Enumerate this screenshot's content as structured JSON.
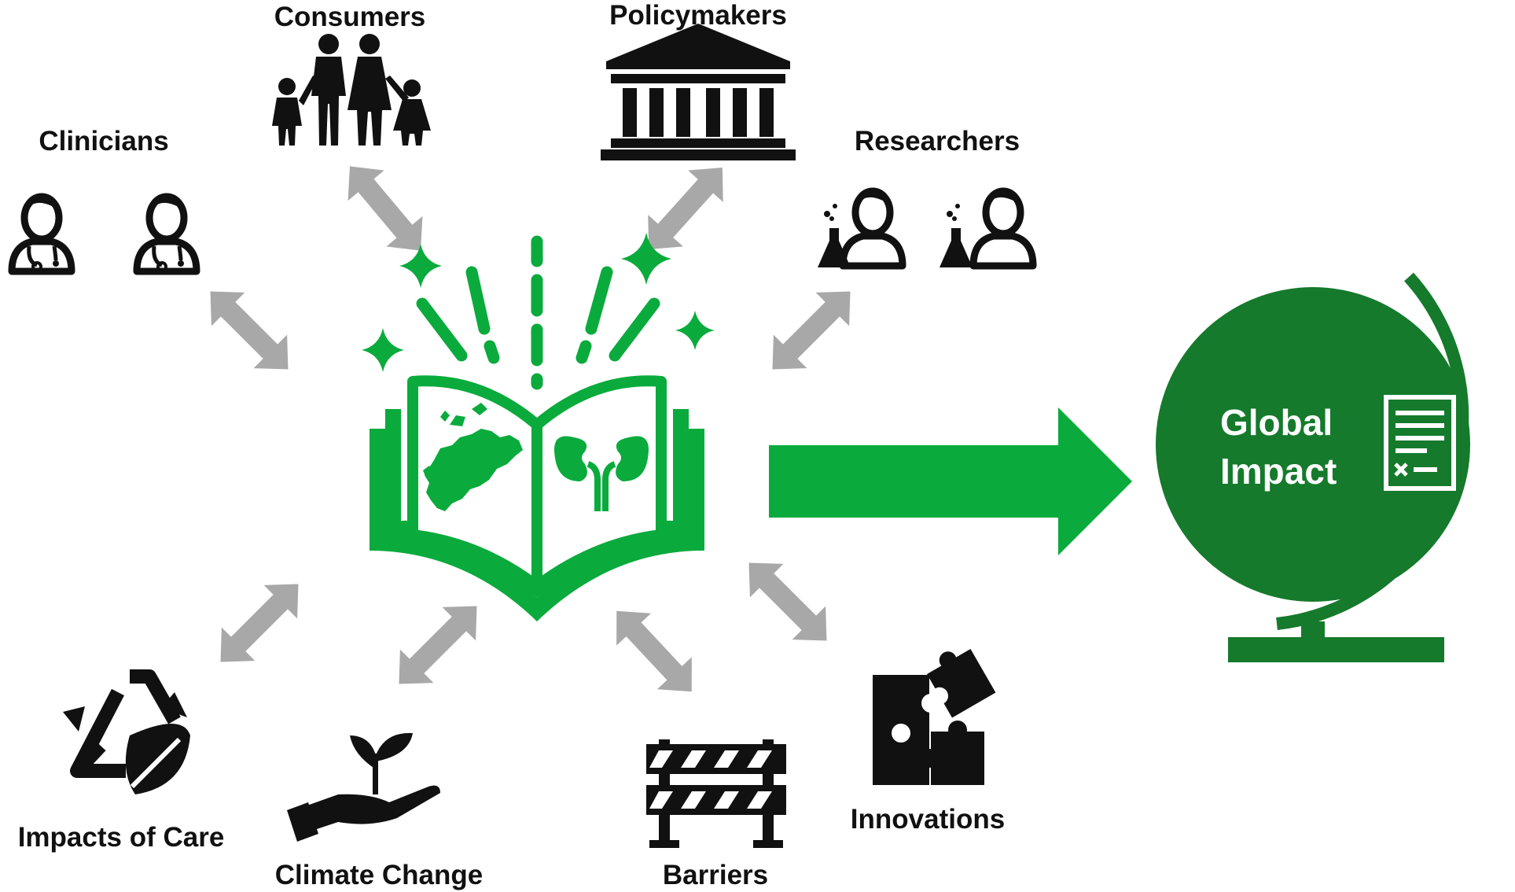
{
  "labels": {
    "consumers": "Consumers",
    "policymakers": "Policymakers",
    "clinicians": "Clinicians",
    "researchers": "Researchers",
    "impacts_of_care": "Impacts of Care",
    "climate_change": "Climate Change",
    "barriers": "Barriers",
    "innovations": "Innovations"
  },
  "globe": {
    "line1": "Global",
    "line2": "Impact"
  },
  "colors": {
    "green_bright": "#0aab3c",
    "green_dark": "#157a2c",
    "arrow_gray": "#a8a8a8",
    "icon_black": "#111111"
  }
}
